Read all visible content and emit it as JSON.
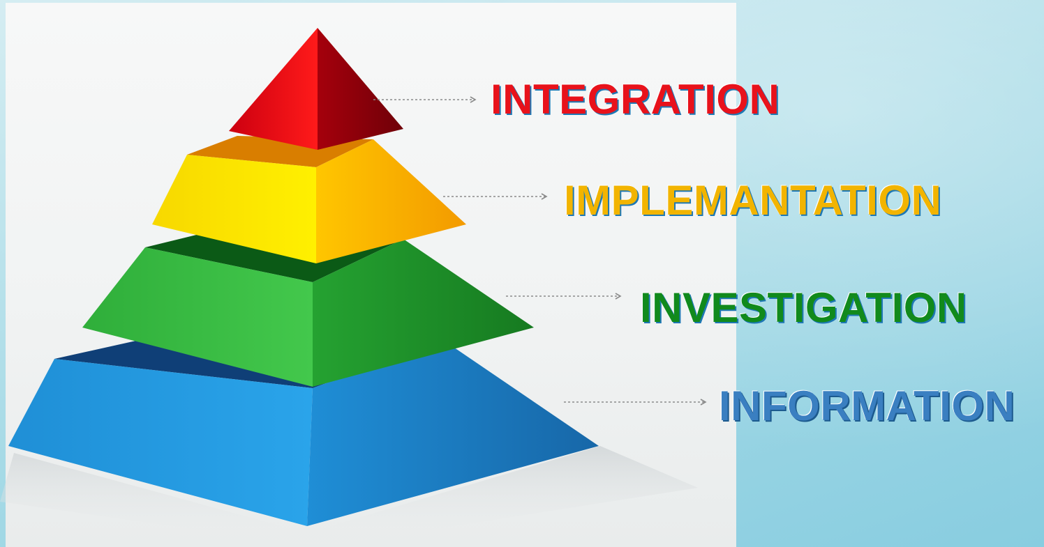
{
  "labels": {
    "integration": "INTEGRATION",
    "implementation": "IMPLEMANTATION",
    "investigation": "INVESTIGATION",
    "information": "INFORMATION"
  },
  "colors": {
    "integration": "#e8121b",
    "implementation": "#f2b400",
    "investigation": "#118a1c",
    "information": "#3a7fc1",
    "outline": "#1e78b4"
  }
}
